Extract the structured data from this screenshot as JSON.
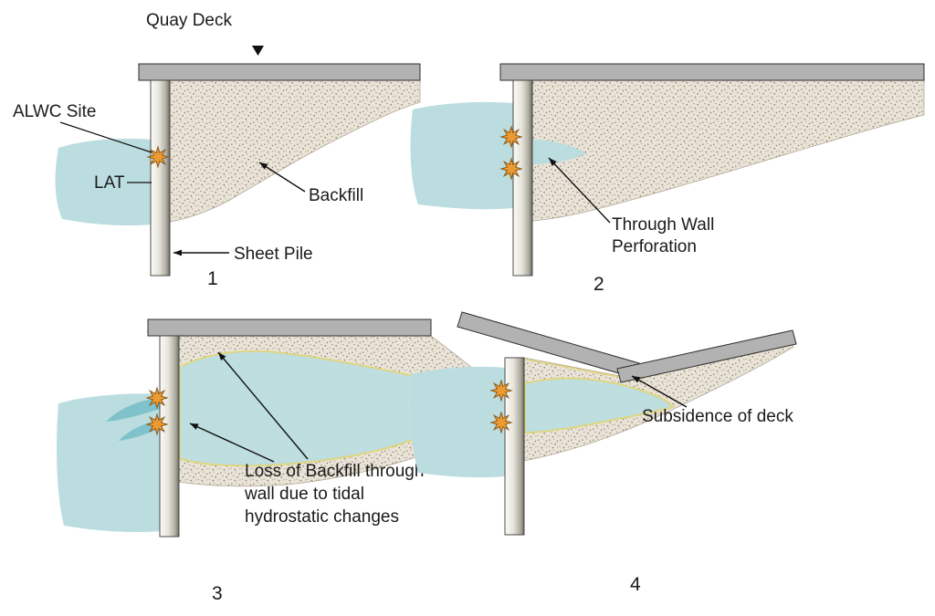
{
  "colors": {
    "water": "#bcdde0",
    "spray": "#7fc2cb",
    "deck": "#b2b2b2",
    "burst": "#ec9a31",
    "burst-outline": "#8a5a1a",
    "outline-yellow": "#e0d67a",
    "text": "#1a1a1a"
  },
  "panels": {
    "p1": {
      "number": "1",
      "labels": {
        "quay_deck": "Quay Deck",
        "alwc_site": "ALWC Site",
        "lat": "LAT",
        "backfill": "Backfill",
        "sheet_pile": "Sheet Pile"
      }
    },
    "p2": {
      "number": "2",
      "labels": {
        "through_wall_line1": "Through Wall",
        "through_wall_line2": "Perforation"
      }
    },
    "p3": {
      "number": "3",
      "labels": {
        "loss_line1": "Loss of Backfill through",
        "loss_line2": "wall due to tidal",
        "loss_line3": "hydrostatic changes"
      }
    },
    "p4": {
      "number": "4",
      "labels": {
        "subsidence": "Subsidence of deck"
      }
    }
  }
}
